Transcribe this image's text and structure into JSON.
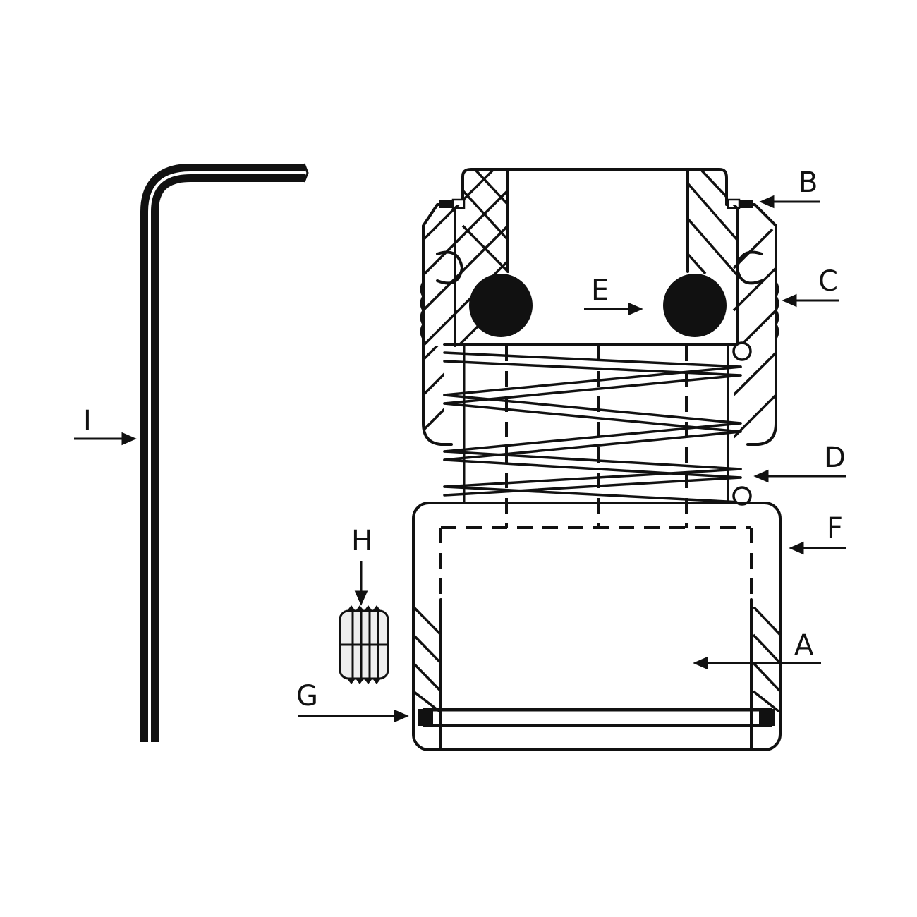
{
  "diagram": {
    "title": "Exploded cross-section of spring-loaded coupling assembly with hex key",
    "background": "#ffffff",
    "ink_color": "#111111",
    "labels": [
      {
        "id": "A",
        "text": "A",
        "points_to": "inner bore of bottom sleeve"
      },
      {
        "id": "B",
        "text": "B",
        "points_to": "small retaining ring at top of outer collar"
      },
      {
        "id": "C",
        "text": "C",
        "points_to": "outer collar"
      },
      {
        "id": "D",
        "text": "D",
        "points_to": "coil spring"
      },
      {
        "id": "E",
        "text": "E",
        "points_to": "ball bearing"
      },
      {
        "id": "F",
        "text": "F",
        "points_to": "bottom sleeve"
      },
      {
        "id": "G",
        "text": "G",
        "points_to": "O-ring at bottom of sleeve"
      },
      {
        "id": "H",
        "text": "H",
        "points_to": "set screw"
      },
      {
        "id": "I",
        "text": "I",
        "points_to": "hex key (L-wrench)"
      }
    ]
  }
}
